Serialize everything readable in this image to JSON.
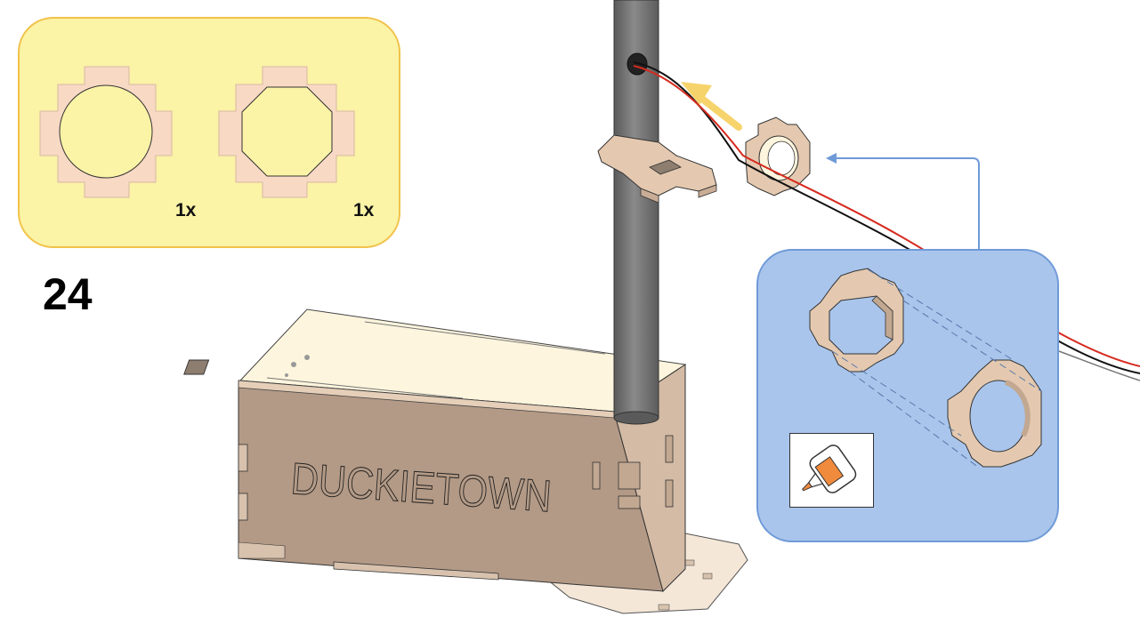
{
  "step": {
    "number": "24"
  },
  "parts": {
    "items": [
      {
        "shape": "round-hole-cross-plate",
        "quantity": "1x"
      },
      {
        "shape": "octagon-hole-cross-plate",
        "quantity": "1x"
      }
    ]
  },
  "base": {
    "engraved_text": "DUCKIETOWN"
  },
  "detail": {
    "icon": "glue-bottle-icon"
  },
  "colors": {
    "parts_panel_fill": "#fbf3a6",
    "parts_panel_border": "#f1c24a",
    "detail_panel_fill": "#a9c5ec",
    "detail_panel_border": "#6f9ad8",
    "wood": "#e4c9b0",
    "wood_dark": "#b39a86",
    "pole": "#6f6f6f",
    "arrow_yellow": "#f7d36b",
    "arrow_blue": "#6f9ad8",
    "glue_orange": "#f08a3c"
  }
}
